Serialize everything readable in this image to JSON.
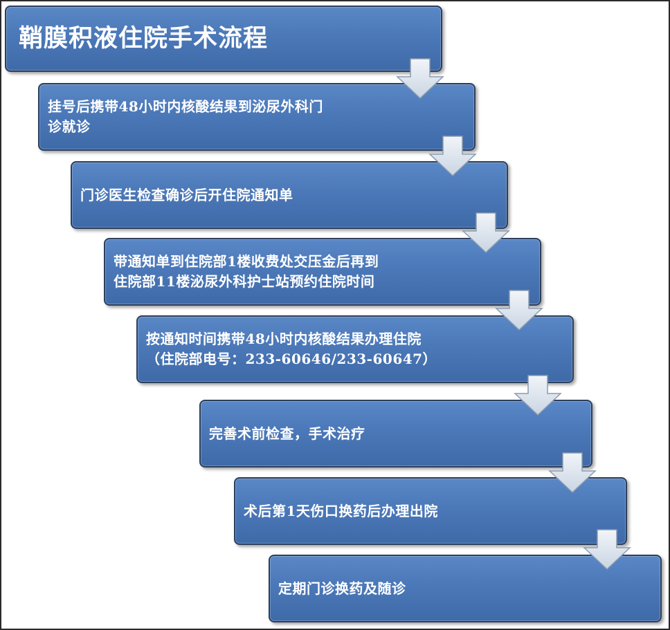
{
  "title": "鞘膜积液住院手术流程",
  "steps": [
    {
      "lines": [
        "挂号后携带48小时内核酸结果到泌尿外科门",
        "诊就诊"
      ]
    },
    {
      "lines": [
        "门诊医生检查确诊后开住院通知单"
      ]
    },
    {
      "lines": [
        "带通知单到住院部1楼收费处交压金后再到",
        "住院部11楼泌尿外科护士站预约住院时间"
      ]
    },
    {
      "lines": [
        "按通知时间携带48小时内核酸结果办理住院",
        "（住院部电号：233-60646/233-60647）"
      ]
    },
    {
      "lines": [
        "完善术前检查，手术治疗"
      ]
    },
    {
      "lines": [
        "术后第1天伤口换药后办理出院"
      ]
    },
    {
      "lines": [
        "定期门诊换药及随诊"
      ]
    }
  ],
  "colors": {
    "box_fill": "#4b78b8",
    "box_border": "#2b3f5c",
    "arrow_fill": "#d8e2ee",
    "text": "#ffffff"
  },
  "icons": {
    "connector": "down-arrow-icon"
  }
}
